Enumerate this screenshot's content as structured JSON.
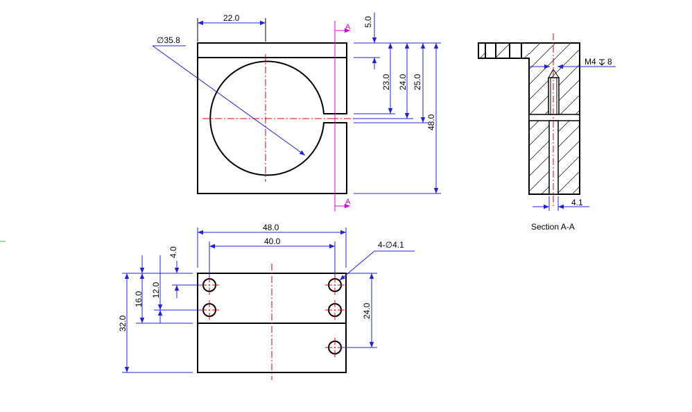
{
  "front_view": {
    "dims": {
      "width_to_center": "22.0",
      "bore_diameter": "∅35.8",
      "slot_top": "5.0",
      "h23": "23.0",
      "h24": "24.0",
      "h25": "25.0",
      "overall_height": "48.0"
    },
    "section_label": "A"
  },
  "section_view": {
    "thread_callout": "M4",
    "thread_depth": "8",
    "hole_dia": "4.1",
    "caption": "Section A-A"
  },
  "top_view": {
    "dims": {
      "overall_width": "48.0",
      "hole_spacing": "40.0",
      "hole_note": "4-∅4.1",
      "edge_offset": "4.0",
      "h12": "12.0",
      "h16": "16.0",
      "h32": "32.0",
      "h24": "24.0"
    }
  },
  "colors": {
    "outline": "#000000",
    "centerline": "#e00000",
    "dimension": "#2020e0",
    "section_mark": "#e000e0"
  }
}
